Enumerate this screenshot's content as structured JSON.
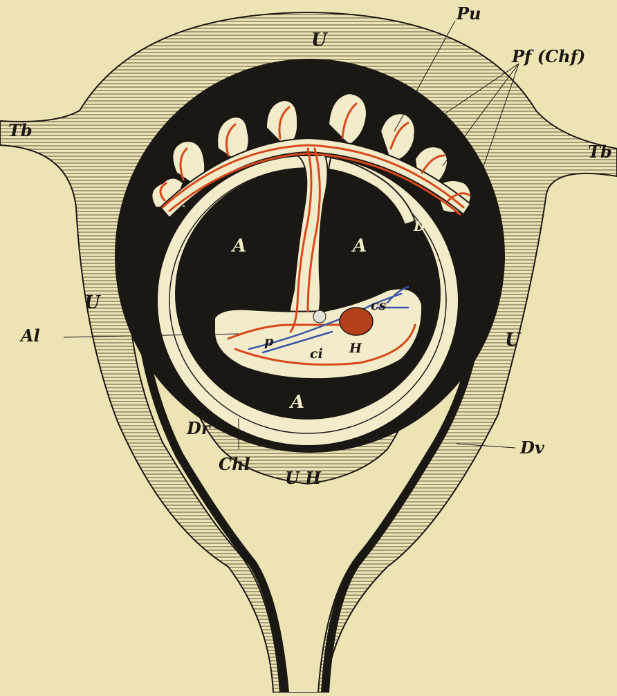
{
  "figure": {
    "palette": {
      "paper": "#ece4b4",
      "ink": "#1b1712",
      "artery": "#d8481c",
      "vein": "#3a55a8",
      "heart": "#b4401a",
      "light_tissue": "#f2ecca"
    },
    "labels": {
      "pu": "Pu",
      "pf": "Pf (Chf)",
      "tb_left": "Tb",
      "tb_right": "Tb",
      "u_top": "U",
      "u_left": "U",
      "u_right": "U",
      "a_left": "A",
      "a_right": "A",
      "a_bottom": "A",
      "d": "D",
      "al": "Al",
      "p": "p",
      "ci": "ci",
      "h": "H",
      "cs": "cs",
      "dr": "Dr",
      "chl": "Chl",
      "uh": "U H",
      "dv": "Dv"
    }
  }
}
